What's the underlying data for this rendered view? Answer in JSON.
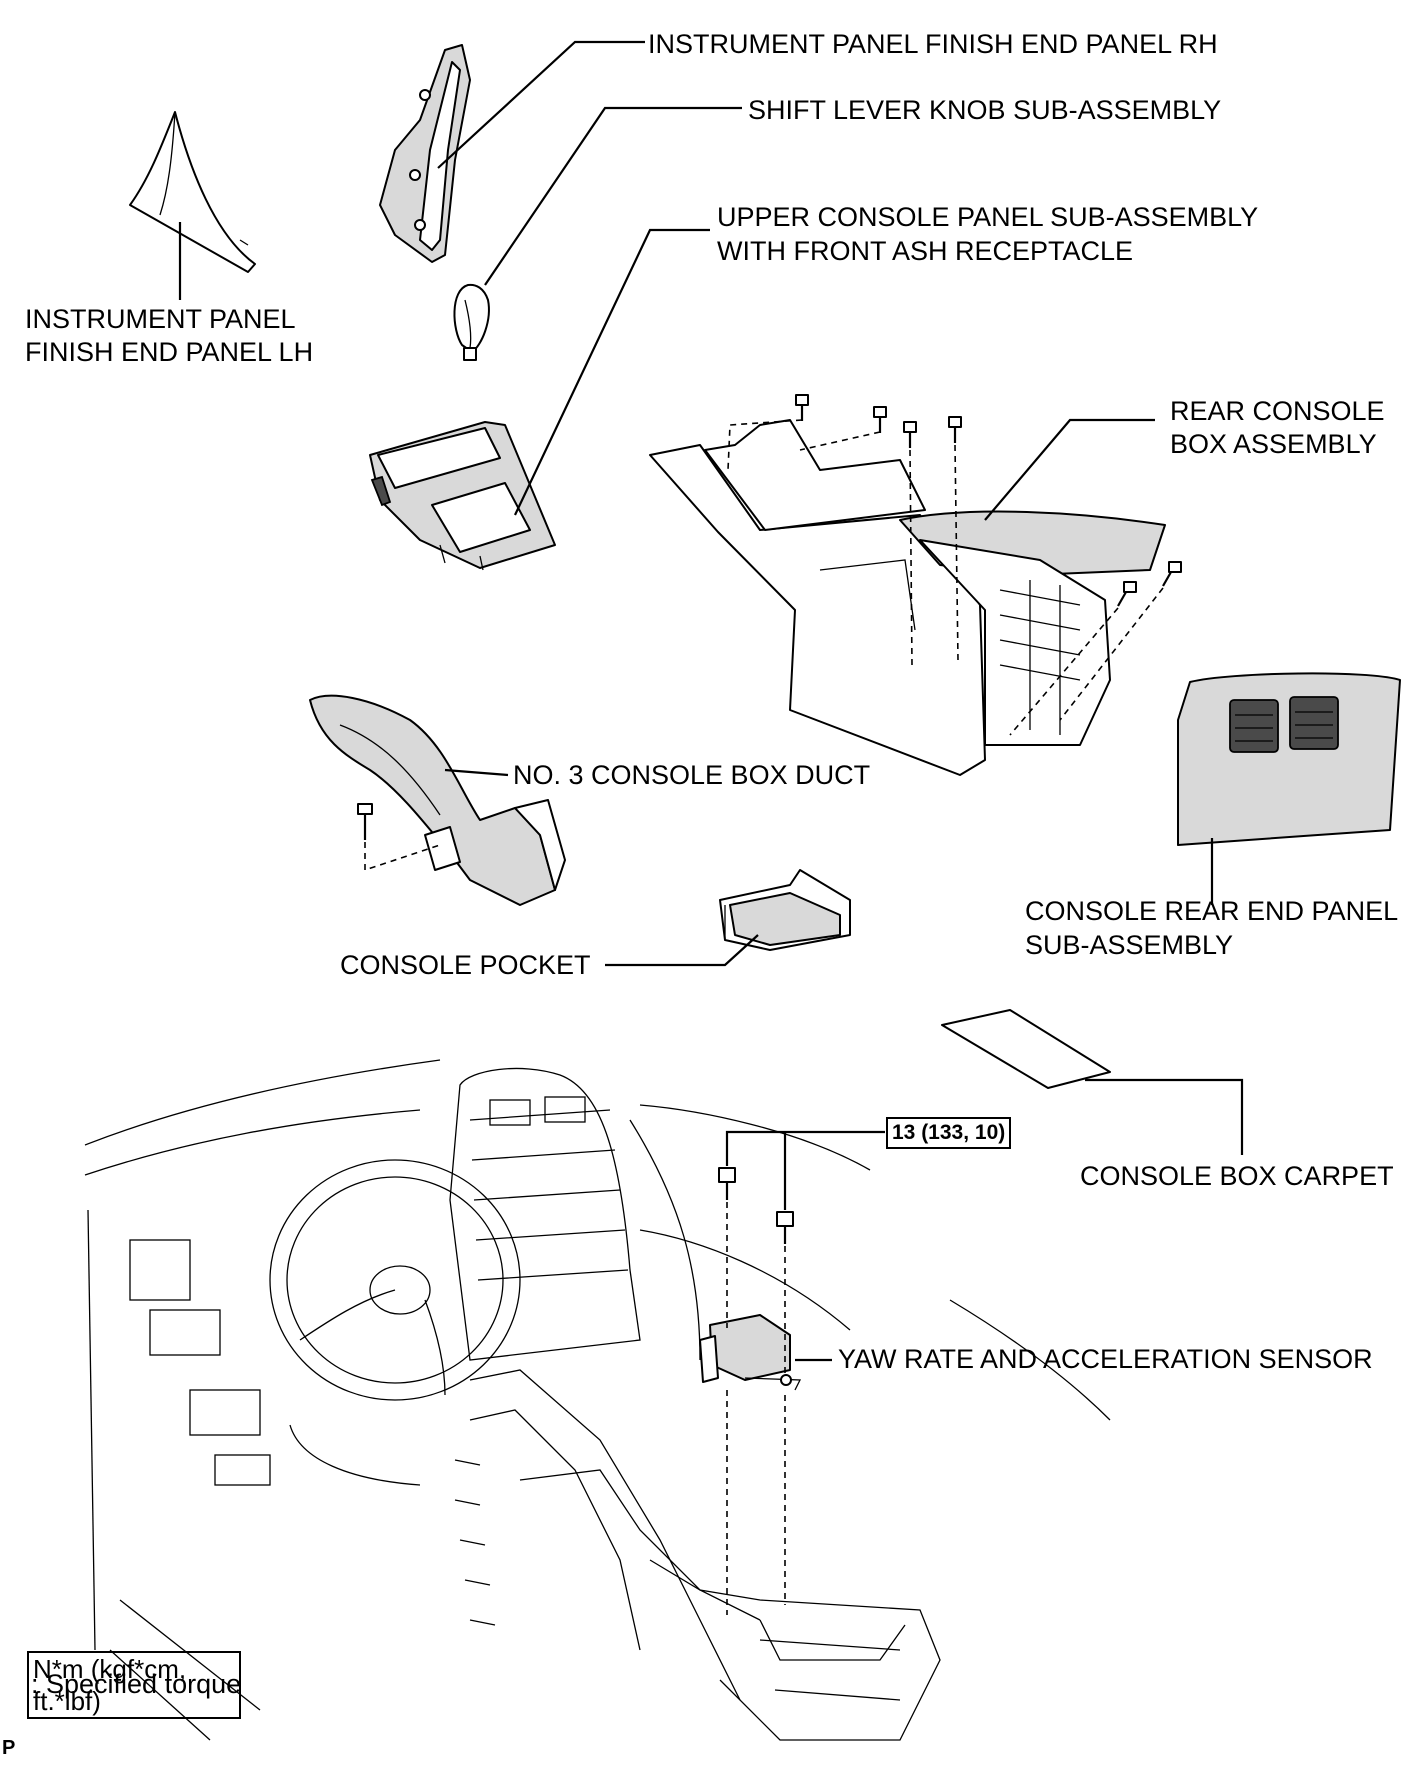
{
  "labels": {
    "finish_end_panel_rh": "INSTRUMENT PANEL FINISH END PANEL RH",
    "shift_lever_knob": "SHIFT LEVER KNOB SUB-ASSEMBLY",
    "upper_console_panel_line1": "UPPER CONSOLE PANEL SUB-ASSEMBLY",
    "upper_console_panel_line2": "WITH FRONT ASH RECEPTACLE",
    "finish_end_panel_lh_line1": "INSTRUMENT PANEL",
    "finish_end_panel_lh_line2": "FINISH END PANEL LH",
    "rear_console_box_line1": "REAR CONSOLE",
    "rear_console_box_line2": "BOX ASSEMBLY",
    "console_box_duct": "NO. 3 CONSOLE BOX DUCT",
    "console_rear_end_panel_line1": "CONSOLE REAR END PANEL",
    "console_rear_end_panel_line2": "SUB-ASSEMBLY",
    "console_pocket": "CONSOLE POCKET",
    "console_box_carpet": "CONSOLE BOX CARPET",
    "yaw_rate_sensor": "YAW RATE AND ACCELERATION SENSOR"
  },
  "torque": {
    "sensor_bolts": "13 (133, 10)"
  },
  "legend": {
    "unit_box": "N*m (kgf*cm, ft.*lbf)",
    "description": ": Specified torque"
  },
  "footer": {
    "code": "P"
  }
}
